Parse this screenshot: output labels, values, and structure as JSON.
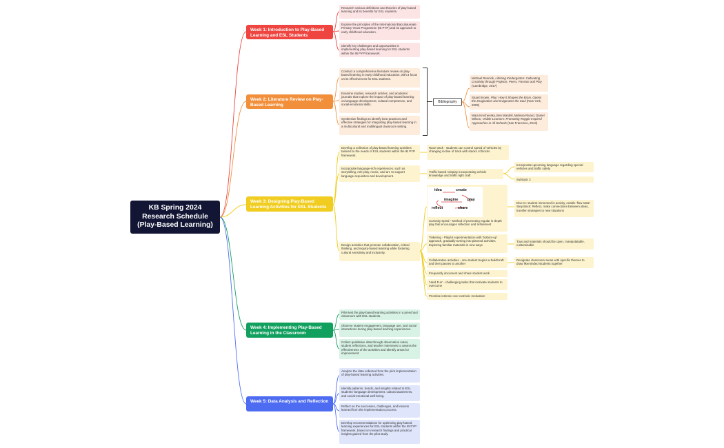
{
  "root": {
    "title_lines": [
      "KB Spring 2024",
      "Research Schedule",
      "(Play-Based Learning)"
    ]
  },
  "colors": {
    "week1": "#ee4540",
    "week2": "#f28f3b",
    "week3": "#f0cd20",
    "week4": "#12a05f",
    "week5": "#4e6cf2",
    "root": "#121634"
  },
  "weeks": [
    {
      "title": "Week 1: Introduction to Play-Based Learning and ESL Students",
      "items": [
        "Research various definitions and theories of play-based learning and its benefits for ESL students.",
        "Explore the principles of the International Baccalaureate Primary Years Programme (IB PYP) and its approach to early childhood education.",
        "Identify key challenges and opportunities in implementing play-based learning for ESL students within the IB PYP framework."
      ]
    },
    {
      "title": "Week 2: Literature Review on Play-Based Learning",
      "items": [
        "Conduct a comprehensive literature review on play-based learning in early childhood education, with a focus on its effectiveness for ESL students.",
        "Examine studies, research articles, and academic journals that explore the impact of play-based learning on language development, cultural competence, and social-emotional skills.",
        "Synthesize findings to identify best practices and effective strategies for integrating play-based learning in a multicultural and multilingual classroom setting."
      ],
      "bibliography_label": "Bibliography",
      "bibliography": [
        {
          "pre": "Michael Resnick, ",
          "title": "Lifelong Kindergarten: Cultivating Creativity through Projects, Peers, Passion and Play",
          "post": " (Cambridge, 2017)"
        },
        {
          "pre": "Stuart Brown, ",
          "title": "Play: How it Shapes the Brain, Opens the Imagination and Invigorates the Soul",
          "post": " (New York, 2009)"
        },
        {
          "pre": "Mara Krechevsky, Ben Mardell, Melissa Rivard, Daniel Wilson, ",
          "title": "Visible Learners: Promoting Reggio-Inspired Approaches in All Schools",
          "post": " (San Francisco, 2013)"
        }
      ]
    },
    {
      "title": "Week 3: Designing Play-Based Learning Activities for ESL Students",
      "items": [
        "Develop a collection of play-based learning activities tailored to the needs of ESL students within the IB PYP framework.",
        "Incorporate language-rich experiences, such as storytelling, role-play, music, and art, to support language acquisition and development.",
        "Design activities that promote collaboration, critical thinking, and inquiry-based learning while fostering cultural sensitivity and inclusivity."
      ],
      "race_track": "Race track - students can control speed of vehicles by changing incline of track with stacks of blocks",
      "traffic": "Traffic-based roleplay incorporating vehicle knowledge and traffic light craft",
      "traffic_subs": [
        "Incorporate upcoming language regarding special vehicles and traffic safety",
        "Subtopic 2"
      ],
      "spiral_words": {
        "idea": "idea",
        "create": "create",
        "imagine": "imagine",
        "play": "play",
        "reflect": "reflect",
        "share": "share"
      },
      "curiosity": "Curiosity Spiral - Method of promoting regular in-depth play that encourages reflection and refinement",
      "curiosity_subs": [
        "Dive In: student immersed in activity, enable 'flow state'",
        "Step Back: Reflect, make connections between ideas, transfer strategies to new situations"
      ],
      "tinkering": "Tinkering - Playful experimentation with 'bottom-up' approach, gradually turning into planned activities. Exploring familiar materials in new ways",
      "tinkering_sub": "Toys and materials should be open, manipulatable, customisable",
      "collab": "Collaborative activities - one student begins a build/craft and then passes to another",
      "collab_sub": "Designate classroom areas with specific themes to draw likeminded students together",
      "document": "Frequently document and share student work",
      "hardfun": "'Hard Fun' - challenging tasks that motivate students to overcome",
      "intrinsic": "Prioritise intrinsic over extrinsic motivation"
    },
    {
      "title": "Week 4: Implementing Play-Based Learning in the Classroom",
      "items": [
        "Pilot-test the play-based learning activities in a preschool classroom with ESL students.",
        "Observe student engagement, language use, and social interactions during play-based learning experiences.",
        "Collect qualitative data through observation notes, student reflections, and teacher interviews to assess the effectiveness of the activities and identify areas for improvement."
      ]
    },
    {
      "title": "Week 5: Data Analysis and Reflection",
      "items": [
        "Analyze the data collected from the pilot implementation of play-based learning activities.",
        "Identify patterns, trends, and insights related to ESL students' language development, cultural awareness, and social-emotional well-being.",
        "Reflect on the successes, challenges, and lessons learned from the implementation process.",
        "Develop recommendations for optimizing play-based learning experiences for ESL students within the IB PYP framework, based on research findings and practical insights gained from the pilot study."
      ]
    }
  ]
}
